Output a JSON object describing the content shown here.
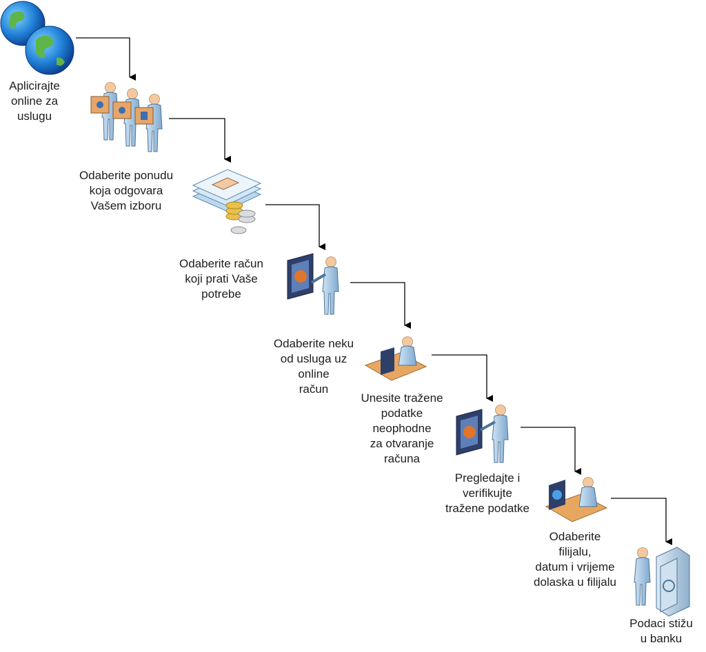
{
  "steps": [
    {
      "id": "apply",
      "label": "Aplicirajte\nonline za\nuslugu",
      "icon": "globe-icon"
    },
    {
      "id": "offer",
      "label": "Odaberite ponudu\nkoja odgovara\nVašem izboru",
      "icon": "team-boxes-icon"
    },
    {
      "id": "account",
      "label": "Odaberite račun\nkoji prati Vaše\npotrebe",
      "icon": "documents-coins-icon"
    },
    {
      "id": "service",
      "label": "Odaberite neku\nod usluga uz\nonline\nračun",
      "icon": "presenter-icon"
    },
    {
      "id": "data",
      "label": "Unesite tražene\npodatke\nneophodne\nza otvaranje\nračuna",
      "icon": "desk-worker-icon"
    },
    {
      "id": "verify",
      "label": "Pregledajte i\nverifikujte\ntražene podatke",
      "icon": "presenter-icon"
    },
    {
      "id": "branch",
      "label": "Odaberite\nfilijalu,\ndatum i vrijeme\ndolaska u filijalu",
      "icon": "desk-worker-icon"
    },
    {
      "id": "bank",
      "label": "Podaci stižu\nu banku",
      "icon": "vault-person-icon"
    }
  ],
  "colors": {
    "skin": "#f5c9a0",
    "person": "#a7cbe6",
    "person_dark": "#5a86b0",
    "box": "#e6a66b",
    "monitor": "#2e3f6a",
    "desk": "#e8a761",
    "coin": "#e9c14a",
    "arrow": "#000000"
  }
}
